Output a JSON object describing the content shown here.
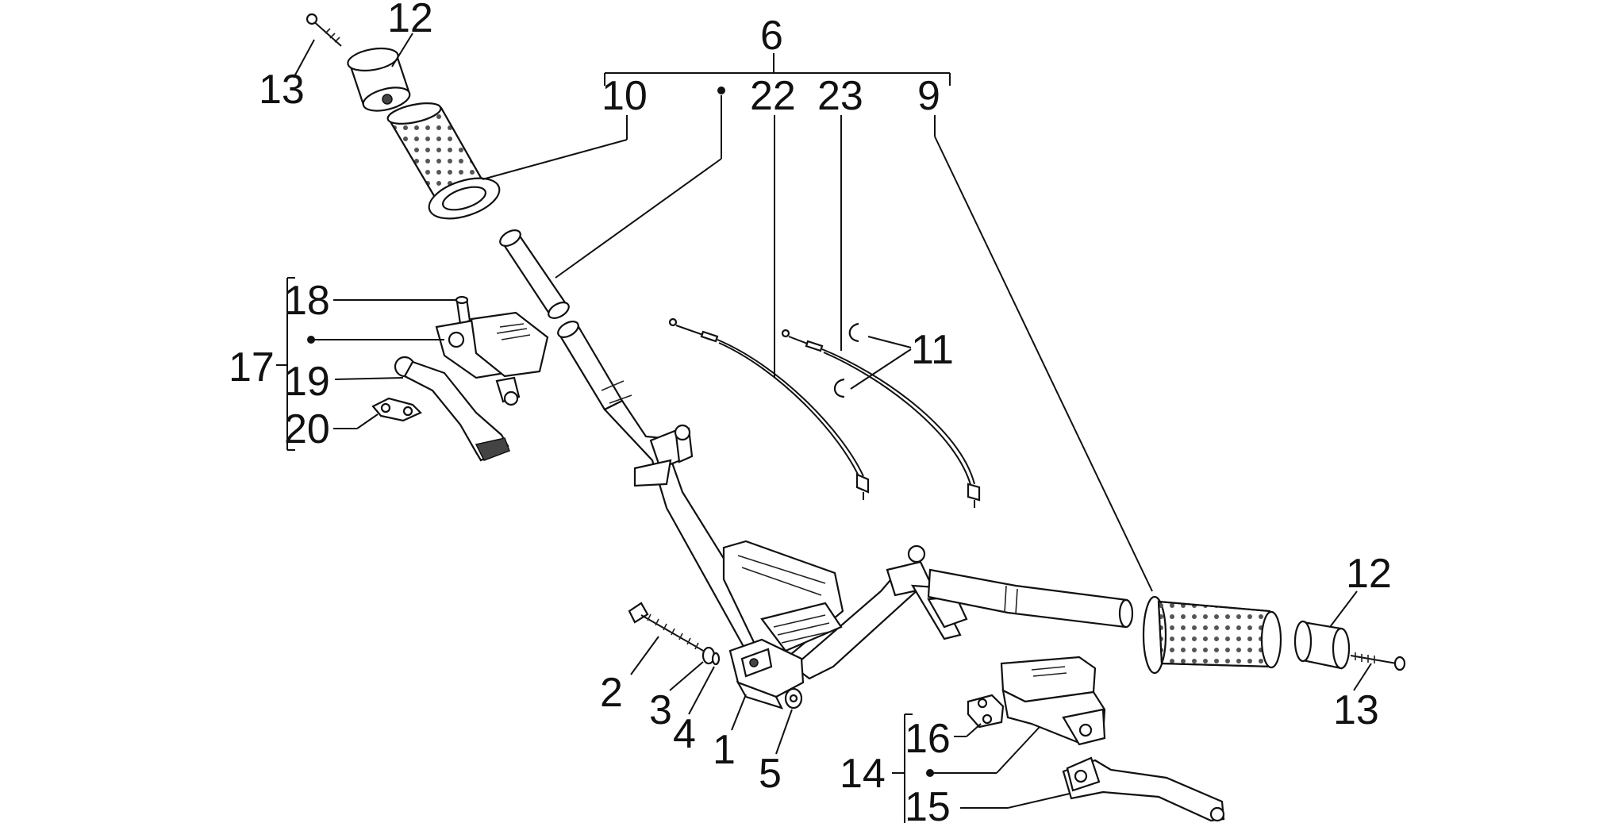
{
  "callouts": {
    "c1": "1",
    "c2": "2",
    "c3": "3",
    "c4": "4",
    "c5": "5",
    "c6": "6",
    "c9": "9",
    "c10": "10",
    "c11": "11",
    "c12a": "12",
    "c12b": "12",
    "c13a": "13",
    "c13b": "13",
    "c14": "14",
    "c15": "15",
    "c16": "16",
    "c17": "17",
    "c18": "18",
    "c19": "19",
    "c20": "20",
    "c22": "22",
    "c23": "23"
  }
}
